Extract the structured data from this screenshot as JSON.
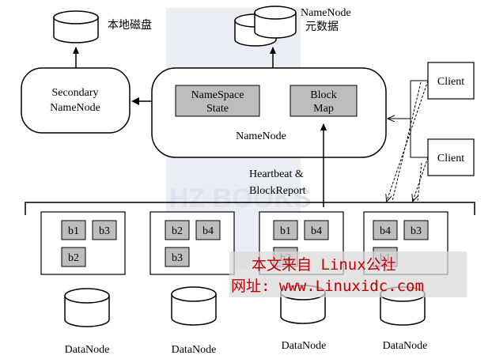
{
  "local_disk_label": "本地磁盘",
  "namenode_metadata_label": [
    "NameNode",
    "元数据"
  ],
  "secondary_namenode": [
    "Secondary",
    "NameNode"
  ],
  "namenode_label": "NameNode",
  "namespace_state": [
    "NameSpace",
    "State"
  ],
  "block_map": [
    "Block",
    "Map"
  ],
  "heartbeat_label": [
    "Heartbeat &",
    "BlockReport"
  ],
  "clients": [
    "Client",
    "Client"
  ],
  "datanodes": [
    {
      "label": "DataNode",
      "blocks": [
        "b1",
        "b3",
        "b2"
      ]
    },
    {
      "label": "DataNode",
      "blocks": [
        "b2",
        "b4",
        "b3"
      ]
    },
    {
      "label": "DataNode",
      "blocks": [
        "b1",
        "b4",
        "b2"
      ]
    },
    {
      "label": "DataNode",
      "blocks": [
        "b4",
        "b3",
        "b1"
      ]
    }
  ],
  "watermark": {
    "line1": "本文来自 Linux公社",
    "line2": "网址: www.Linuxidc.com"
  },
  "background_watermark": "HZ BOOKS",
  "colors": {
    "block_fill": "#bdbdbd",
    "watermark_text": "#c00000",
    "watermark_bg": "#d9d9d9"
  }
}
